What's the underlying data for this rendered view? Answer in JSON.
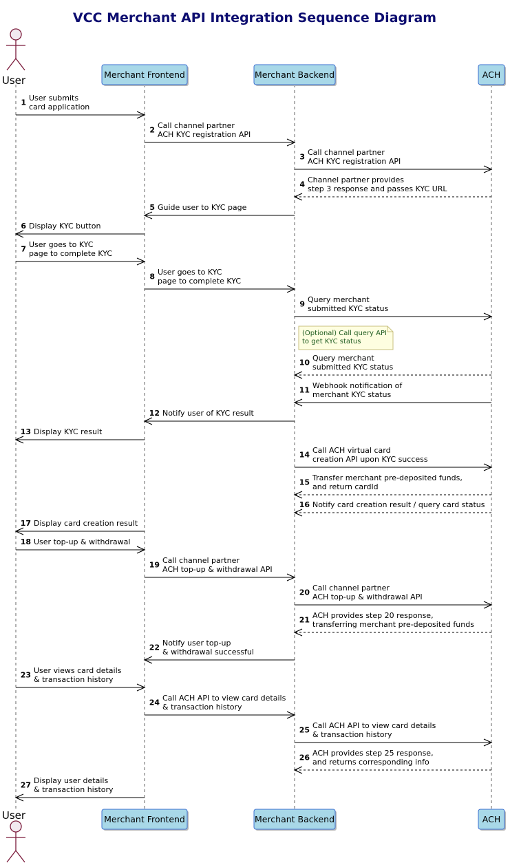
{
  "title": "VCC Merchant API Integration Sequence Diagram",
  "participants": [
    {
      "id": "user",
      "label": "User",
      "kind": "actor"
    },
    {
      "id": "frontend",
      "label": "Merchant Frontend",
      "kind": "box"
    },
    {
      "id": "backend",
      "label": "Merchant Backend",
      "kind": "box"
    },
    {
      "id": "ach",
      "label": "ACH",
      "kind": "box"
    }
  ],
  "note": {
    "lines": [
      "(Optional) Call query API",
      "to get KYC status"
    ],
    "fill": "#fefee0",
    "stroke": "#c8c080"
  },
  "colors": {
    "title": "#0d0d70",
    "participant_fill": "#a8d8e8",
    "participant_border": "#3b6fd0",
    "actor_stroke": "#7a1a3a",
    "actor_head_fill": "#f2e9f0",
    "note_text": "#1f5c1f"
  },
  "messages": [
    {
      "n": "1",
      "from": "user",
      "to": "frontend",
      "dashed": false,
      "lines": [
        "User submits",
        "card application"
      ]
    },
    {
      "n": "2",
      "from": "frontend",
      "to": "backend",
      "dashed": false,
      "lines": [
        "Call channel partner",
        "ACH KYC registration API"
      ]
    },
    {
      "n": "3",
      "from": "backend",
      "to": "ach",
      "dashed": false,
      "lines": [
        "Call channel partner",
        "ACH KYC registration API"
      ]
    },
    {
      "n": "4",
      "from": "ach",
      "to": "backend",
      "dashed": true,
      "lines": [
        "Channel partner provides",
        "step 3 response and passes KYC URL"
      ]
    },
    {
      "n": "5",
      "from": "backend",
      "to": "frontend",
      "dashed": false,
      "lines": [
        "Guide user to KYC page"
      ]
    },
    {
      "n": "6",
      "from": "frontend",
      "to": "user",
      "dashed": false,
      "lines": [
        "Display KYC button"
      ]
    },
    {
      "n": "7",
      "from": "user",
      "to": "frontend",
      "dashed": false,
      "lines": [
        "User goes to KYC",
        "page to complete KYC"
      ]
    },
    {
      "n": "8",
      "from": "frontend",
      "to": "backend",
      "dashed": false,
      "lines": [
        "User goes to KYC",
        "page to complete KYC"
      ]
    },
    {
      "n": "9",
      "from": "backend",
      "to": "ach",
      "dashed": false,
      "lines": [
        "Query merchant",
        "submitted KYC status"
      ]
    },
    {
      "n": "10",
      "from": "ach",
      "to": "backend",
      "dashed": true,
      "lines": [
        "Query merchant",
        "submitted KYC status"
      ]
    },
    {
      "n": "11",
      "from": "ach",
      "to": "backend",
      "dashed": false,
      "lines": [
        "Webhook notification of",
        "merchant KYC status"
      ]
    },
    {
      "n": "12",
      "from": "backend",
      "to": "frontend",
      "dashed": false,
      "lines": [
        "Notify user of KYC result"
      ]
    },
    {
      "n": "13",
      "from": "frontend",
      "to": "user",
      "dashed": false,
      "lines": [
        "Display KYC result"
      ]
    },
    {
      "n": "14",
      "from": "backend",
      "to": "ach",
      "dashed": false,
      "lines": [
        "Call ACH virtual card",
        "creation API upon KYC success"
      ]
    },
    {
      "n": "15",
      "from": "ach",
      "to": "backend",
      "dashed": true,
      "lines": [
        "Transfer merchant pre-deposited funds,",
        "and return cardId"
      ]
    },
    {
      "n": "16",
      "from": "ach",
      "to": "backend",
      "dashed": true,
      "lines": [
        "Notify card creation result / query card status"
      ]
    },
    {
      "n": "17",
      "from": "frontend",
      "to": "user",
      "dashed": false,
      "lines": [
        "Display card creation result"
      ]
    },
    {
      "n": "18",
      "from": "user",
      "to": "frontend",
      "dashed": false,
      "lines": [
        "User top-up & withdrawal"
      ]
    },
    {
      "n": "19",
      "from": "frontend",
      "to": "backend",
      "dashed": false,
      "lines": [
        "Call channel partner",
        "ACH top-up & withdrawal API"
      ]
    },
    {
      "n": "20",
      "from": "backend",
      "to": "ach",
      "dashed": false,
      "lines": [
        "Call channel partner",
        "ACH top-up & withdrawal API"
      ]
    },
    {
      "n": "21",
      "from": "ach",
      "to": "backend",
      "dashed": true,
      "lines": [
        "ACH provides step 20 response,",
        "transferring merchant pre-deposited funds"
      ]
    },
    {
      "n": "22",
      "from": "backend",
      "to": "frontend",
      "dashed": false,
      "lines": [
        "Notify user top-up",
        "& withdrawal successful"
      ]
    },
    {
      "n": "23",
      "from": "user",
      "to": "frontend",
      "dashed": false,
      "lines": [
        "User views card details",
        "& transaction history"
      ]
    },
    {
      "n": "24",
      "from": "frontend",
      "to": "backend",
      "dashed": false,
      "lines": [
        "Call ACH API to view card details",
        "& transaction history"
      ]
    },
    {
      "n": "25",
      "from": "backend",
      "to": "ach",
      "dashed": false,
      "lines": [
        "Call ACH API to view card details",
        "& transaction history"
      ]
    },
    {
      "n": "26",
      "from": "ach",
      "to": "backend",
      "dashed": true,
      "lines": [
        "ACH provides step 25 response,",
        "and returns corresponding info"
      ]
    },
    {
      "n": "27",
      "from": "frontend",
      "to": "user",
      "dashed": false,
      "lines": [
        "Display user details",
        "& transaction history"
      ]
    }
  ]
}
